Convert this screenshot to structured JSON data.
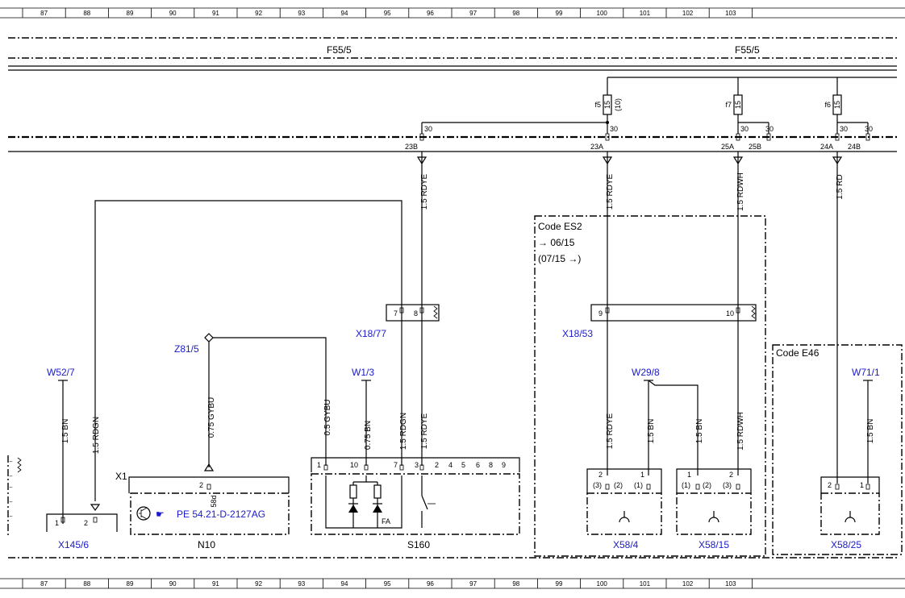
{
  "grid_numbers": [
    "87",
    "88",
    "89",
    "90",
    "91",
    "92",
    "93",
    "94",
    "95",
    "96",
    "97",
    "98",
    "99",
    "100",
    "101",
    "102",
    "103"
  ],
  "bus_labels": [
    "F55/5",
    "F55/5"
  ],
  "fuses": [
    {
      "name": "f5",
      "rating": "15",
      "alt": "(10)"
    },
    {
      "name": "f7",
      "rating": "15"
    },
    {
      "name": "f6",
      "rating": "15"
    }
  ],
  "bus_pins": {
    "p30": "30",
    "p23B": "23B",
    "p23A": "23A",
    "p25A": "25A",
    "p25B": "25B",
    "p24A": "24A",
    "p24B": "24B"
  },
  "wires": {
    "rdye": "1.5 RDYE",
    "rdwh": "1.5 RDWH",
    "rd": "1.5 RD",
    "bn": "1.5 BN",
    "rdgn": "1.5 RDGN",
    "gybu075": "0.75 GYBU",
    "gybu05": "0.5 GYBU",
    "bn075": "0.75 BN"
  },
  "codes": {
    "es2": "Code ES2",
    "e46": "Code E46",
    "from": "→ 06/15",
    "to": "(07/15 →)"
  },
  "connectors": {
    "x18_77": "X18/77",
    "x18_53": "X18/53",
    "z81_5": "Z81/5",
    "w52_7": "W52/7",
    "w1_3": "W1/3",
    "w29_8": "W29/8",
    "w71_1": "W71/1",
    "x145_6": "X145/6",
    "n10": "N10",
    "s160": "S160",
    "x58_4": "X58/4",
    "x58_15": "X58/15",
    "x58_25": "X58/25",
    "x1": "X1"
  },
  "pins": {
    "p1": "1",
    "p2": "2",
    "p3": "3",
    "p4": "4",
    "p5": "5",
    "p6": "6",
    "p7": "7",
    "p8": "8",
    "p9": "9",
    "p10": "10",
    "p_1": "(1)",
    "p_2": "(2)",
    "p_3": "(3)",
    "p58d": "58d",
    "fa": "FA"
  },
  "ref": "PE 54.21-D-2127AG",
  "colors": {
    "link": "#1a1acc",
    "line": "#000000"
  }
}
